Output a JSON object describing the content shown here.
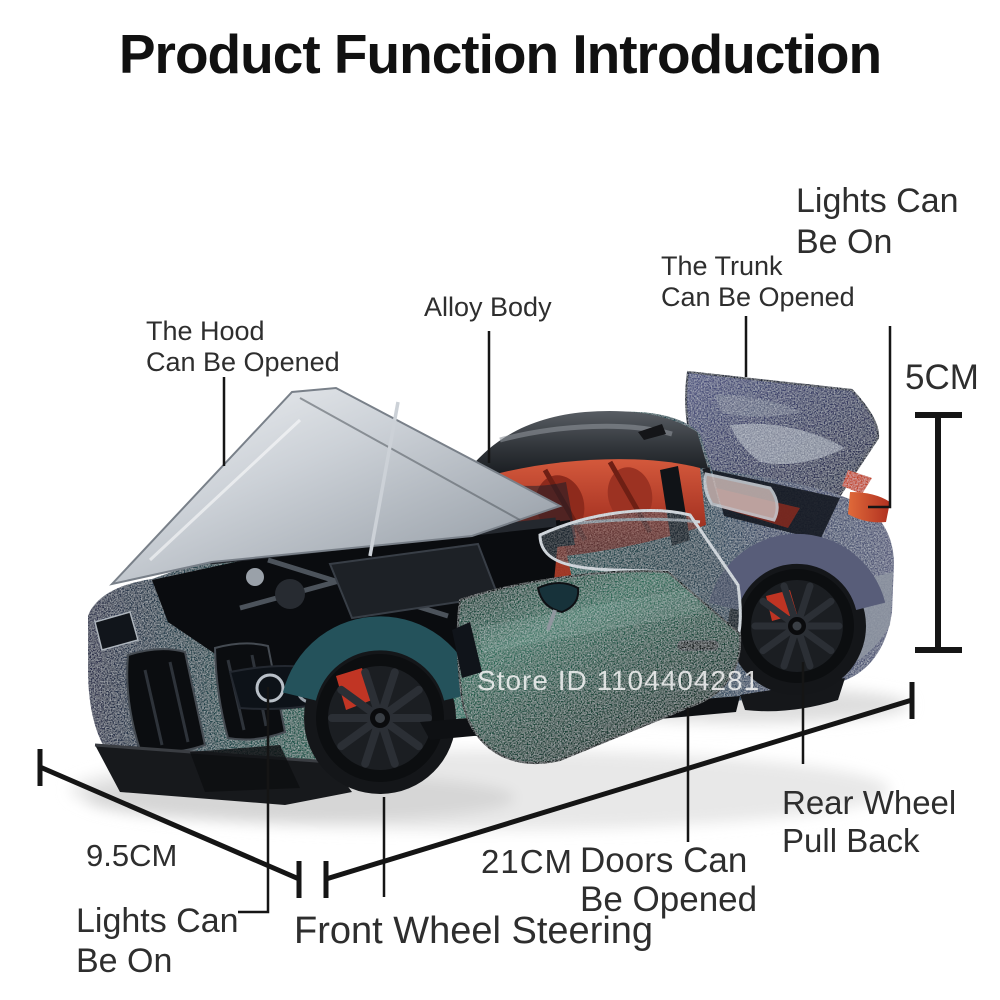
{
  "title": "Product Function Introduction",
  "watermark": "Store ID 1104404281",
  "annotations": {
    "hood": {
      "l1": "The Hood",
      "l2": "Can Be Opened"
    },
    "alloy_body": {
      "l1": "Alloy Body"
    },
    "trunk": {
      "l1": "The Trunk",
      "l2": "Can Be Opened"
    },
    "lights_rear": {
      "l1": "Lights Can",
      "l2": "Be On"
    },
    "lights_front": {
      "l1": "Lights Can",
      "l2": "Be On"
    },
    "rear_wheel": {
      "l1": "Rear Wheel",
      "l2": "Pull Back"
    },
    "doors": {
      "l1": "Doors Can",
      "l2": "Be Opened"
    },
    "front_wheel": {
      "l1": "Front Wheel Steering"
    }
  },
  "dimensions": {
    "height": "5CM",
    "width": "9.5CM",
    "length": "21CM"
  },
  "colors": {
    "title_color": "#111111",
    "label_color": "#2e2e2e",
    "line_color": "#151515",
    "watermark_color": "rgba(244,244,244,0.85)",
    "body_teal": "#2e7263",
    "body_purple": "#555a79",
    "interior_red": "#b03b28",
    "hood_silver": "#c9ccd0",
    "background": "#ffffff"
  }
}
